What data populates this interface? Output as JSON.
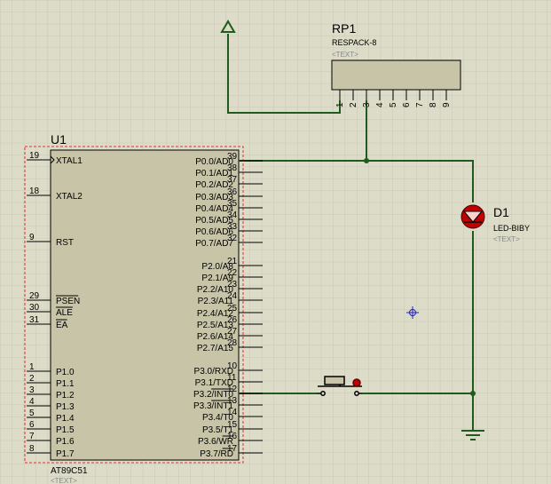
{
  "theme": {
    "background": "#dcdcc8",
    "grid": "#c8c8b4",
    "wire": "#1f5a1f",
    "body_fill": "#c8c4a8",
    "body_stroke": "#000000",
    "selection": "#e03030",
    "led": "#c00000"
  },
  "rp1": {
    "ref": "RP1",
    "value": "RESPACK-8",
    "text": "<TEXT>",
    "pins": [
      "1",
      "2",
      "3",
      "4",
      "5",
      "6",
      "7",
      "8",
      "9"
    ]
  },
  "u1": {
    "ref": "U1",
    "value": "AT89C51",
    "text": "<TEXT>",
    "left_pins": [
      {
        "num": "19",
        "label": "XTAL1"
      },
      {
        "num": "18",
        "label": "XTAL2"
      },
      {
        "num": "9",
        "label": "RST"
      },
      {
        "num": "29",
        "label": "PSEN"
      },
      {
        "num": "30",
        "label": "ALE"
      },
      {
        "num": "31",
        "label": "EA"
      },
      {
        "num": "1",
        "label": "P1.0"
      },
      {
        "num": "2",
        "label": "P1.1"
      },
      {
        "num": "3",
        "label": "P1.2"
      },
      {
        "num": "4",
        "label": "P1.3"
      },
      {
        "num": "5",
        "label": "P1.4"
      },
      {
        "num": "6",
        "label": "P1.5"
      },
      {
        "num": "7",
        "label": "P1.6"
      },
      {
        "num": "8",
        "label": "P1.7"
      }
    ],
    "right_pins": [
      {
        "num": "39",
        "label": "P0.0/AD0"
      },
      {
        "num": "38",
        "label": "P0.1/AD1"
      },
      {
        "num": "37",
        "label": "P0.2/AD2"
      },
      {
        "num": "36",
        "label": "P0.3/AD3"
      },
      {
        "num": "35",
        "label": "P0.4/AD4"
      },
      {
        "num": "34",
        "label": "P0.5/AD5"
      },
      {
        "num": "33",
        "label": "P0.6/AD6"
      },
      {
        "num": "32",
        "label": "P0.7/AD7"
      },
      {
        "num": "21",
        "label": "P2.0/A8"
      },
      {
        "num": "22",
        "label": "P2.1/A9"
      },
      {
        "num": "23",
        "label": "P2.2/A10"
      },
      {
        "num": "24",
        "label": "P2.3/A11"
      },
      {
        "num": "25",
        "label": "P2.4/A12"
      },
      {
        "num": "26",
        "label": "P2.5/A13"
      },
      {
        "num": "27",
        "label": "P2.6/A14"
      },
      {
        "num": "28",
        "label": "P2.7/A15"
      },
      {
        "num": "10",
        "label": "P3.0/RXD"
      },
      {
        "num": "11",
        "label": "P3.1/TXD"
      },
      {
        "num": "12",
        "label": "P3.2/INT0"
      },
      {
        "num": "13",
        "label": "P3.3/INT1"
      },
      {
        "num": "14",
        "label": "P3.4/T0"
      },
      {
        "num": "15",
        "label": "P3.5/T1"
      },
      {
        "num": "16",
        "label": "P3.6/WR"
      },
      {
        "num": "17",
        "label": "P3.7/RD"
      }
    ]
  },
  "d1": {
    "ref": "D1",
    "value": "LED-BIBY",
    "text": "<TEXT>"
  }
}
